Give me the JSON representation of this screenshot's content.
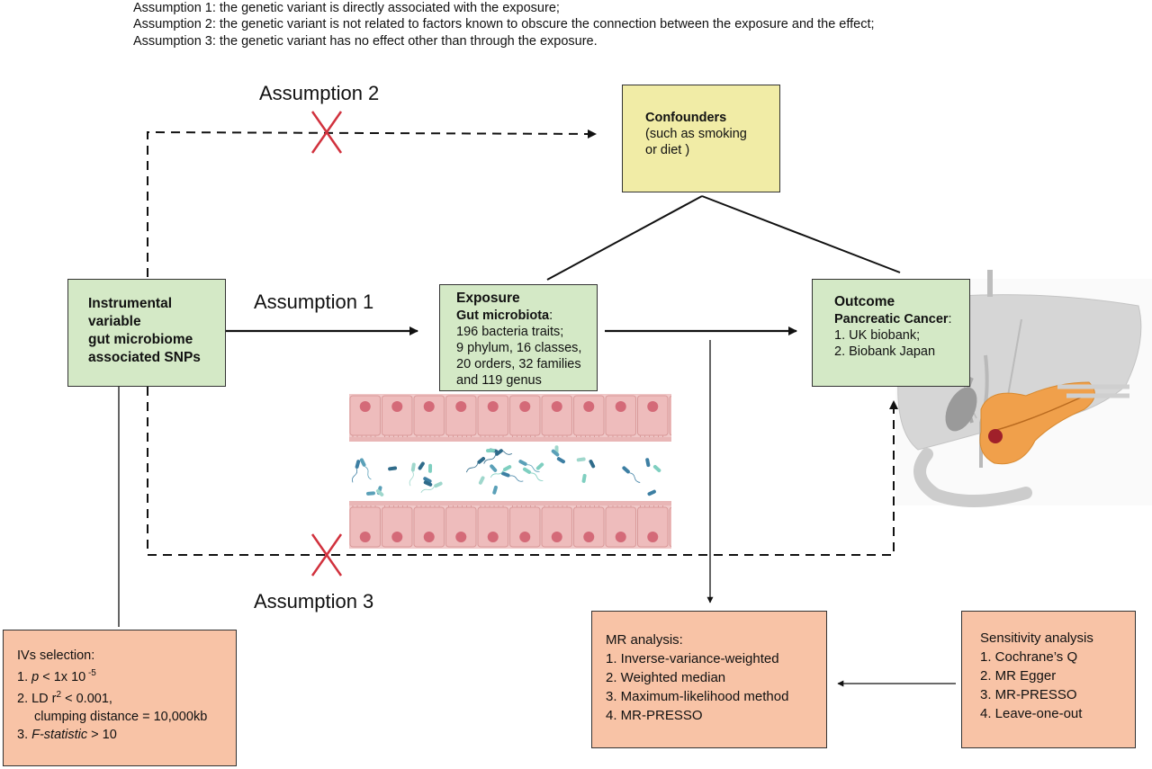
{
  "assumptions": [
    "Assumption 1: the genetic variant is directly associated with the exposure;",
    "Assumption 2: the genetic variant is not related to factors known to obscure the connection between the exposure and the effect;",
    "Assumption 3: the genetic variant has no effect other than through the exposure."
  ],
  "labels": {
    "a1": "Assumption 1",
    "a2": "Assumption 2",
    "a3": "Assumption 3"
  },
  "iv_box": {
    "line1": "Instrumental",
    "line2": "variable",
    "line3": "gut microbiome",
    "line4": "associated SNPs"
  },
  "confounders": {
    "title": "Confounders",
    "line1": "(such as smoking",
    "line2": "or diet )"
  },
  "exposure": {
    "title": "Exposure",
    "subtitle": "Gut microbiota",
    "colon": ":",
    "lines": [
      "196 bacteria traits;",
      "9 phylum, 16 classes,",
      "20 orders, 32 families",
      "and 119 genus"
    ]
  },
  "outcome": {
    "title": "Outcome",
    "subtitle": "Pancreatic Cancer",
    "colon": ":",
    "lines": [
      "1. UK biobank;",
      "2. Biobank Japan"
    ]
  },
  "ivs_selection": {
    "title": "IVs selection:",
    "l1_prefix": "1. ",
    "l1_p": "p",
    "l1_mid": " < 1x 10",
    "l1_exp": " -5",
    "l2_prefix": "2. LD r",
    "l2_sup": "2",
    "l2_rest": " < 0.001,",
    "l2b": "clumping distance = 10,000kb",
    "l3_prefix": "3. ",
    "l3_em": "F-statistic",
    "l3_rest": " > 10"
  },
  "mr_analysis": {
    "title": "MR analysis:",
    "items": [
      "1. Inverse-variance-weighted",
      "2. Weighted median",
      "3. Maximum-likelihood method",
      "4. MR-PRESSO"
    ]
  },
  "sensitivity": {
    "title": "Sensitivity analysis",
    "items": [
      "1. Cochrane’s Q",
      "2. MR Egger",
      "3. MR-PRESSO",
      "4. Leave-one-out"
    ]
  },
  "colors": {
    "green_box": "#d4e9c6",
    "yellow_box": "#f1eca6",
    "salmon_box": "#f8c3a6",
    "cross": "#d1313d",
    "pancreas": "#f0a04b",
    "liver": "#cfcfcf"
  }
}
